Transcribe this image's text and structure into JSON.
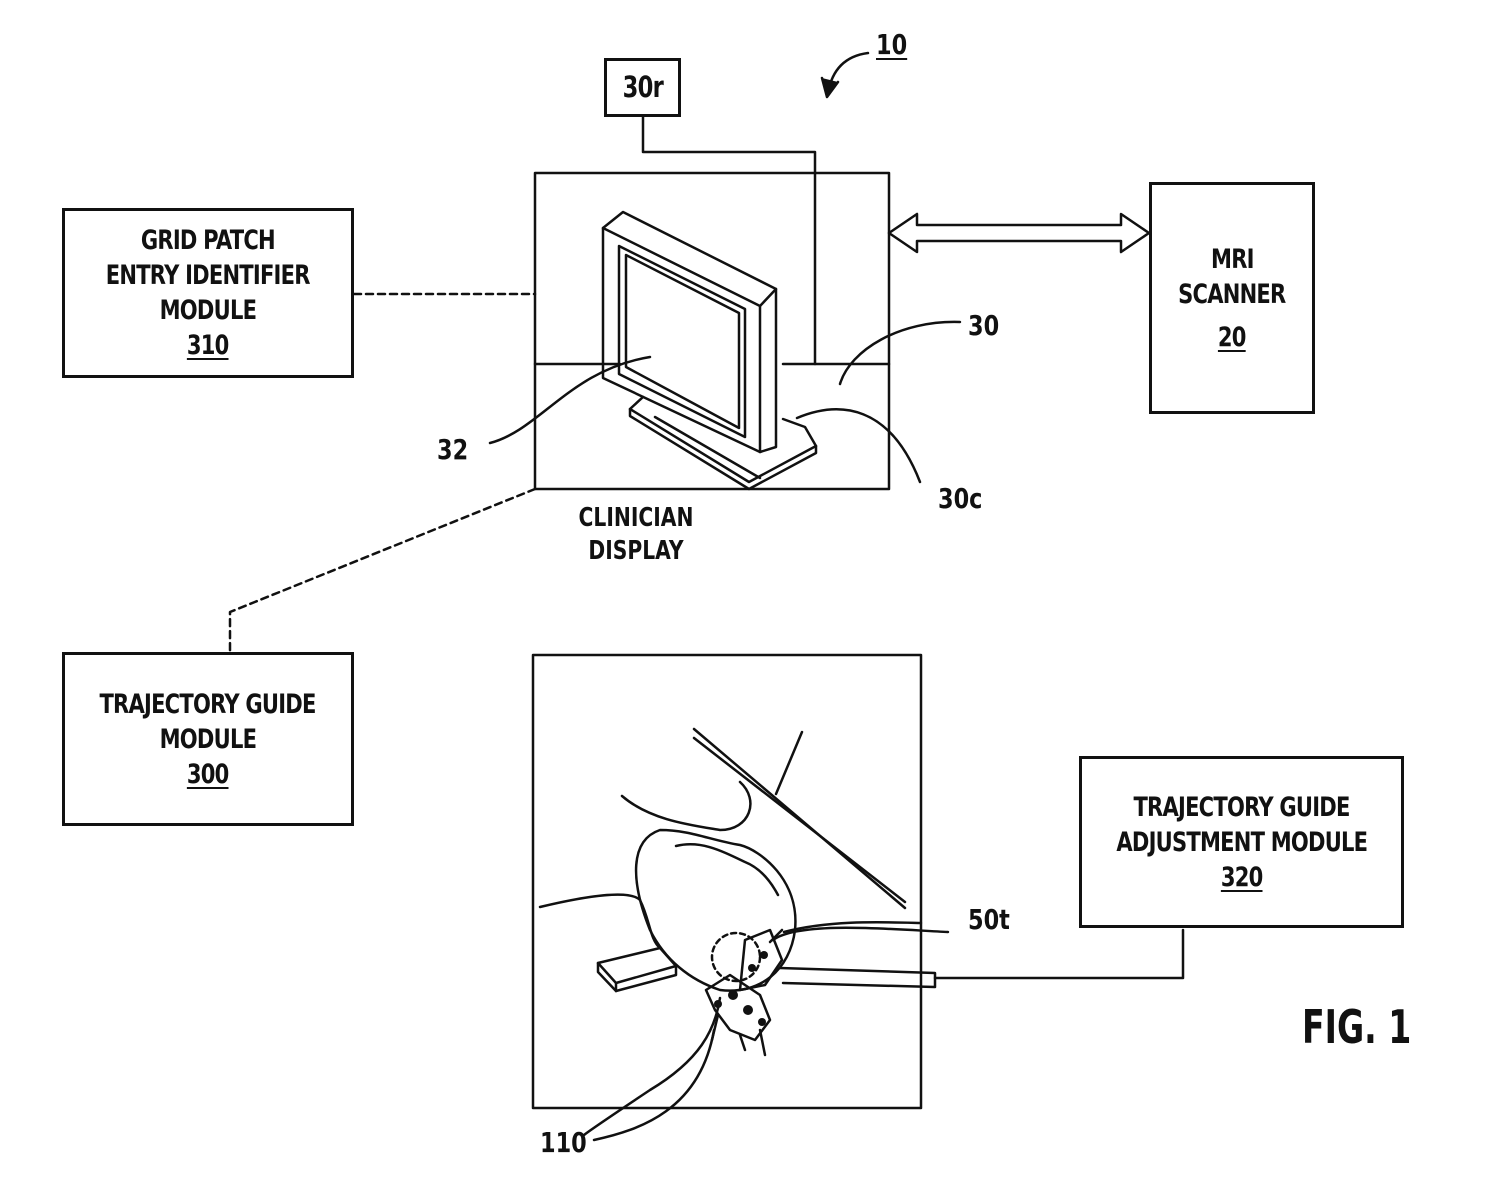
{
  "figure": {
    "ref_system": "10",
    "fig_label": "FIG. 1"
  },
  "modules": {
    "grid_patch": {
      "lines": [
        "GRID PATCH",
        "ENTRY IDENTIFIER",
        "MODULE"
      ],
      "number": "310"
    },
    "trajectory_guide": {
      "lines": [
        "TRAJECTORY GUIDE",
        "MODULE"
      ],
      "number": "300"
    },
    "mri_scanner": {
      "lines": [
        "MRI",
        "SCANNER"
      ],
      "number": "20"
    },
    "adjustment": {
      "lines": [
        "TRAJECTORY GUIDE",
        "ADJUSTMENT MODULE"
      ],
      "number": "320"
    },
    "remote": {
      "label": "30r"
    }
  },
  "display": {
    "caption_lines": [
      "CLINICIAN",
      "DISPLAY"
    ],
    "ref_workstation": "30",
    "ref_screen": "32",
    "ref_cable": "30c"
  },
  "patient": {
    "ref_frame": "50t",
    "ref_patient": "110"
  }
}
